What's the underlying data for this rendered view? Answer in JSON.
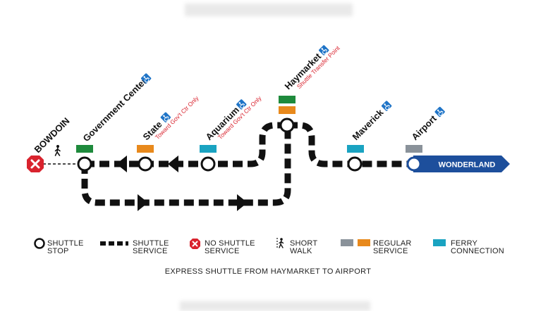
{
  "closed_station": {
    "label": "BOWDOIN"
  },
  "stations": [
    {
      "id": "government-center",
      "label": "Government Center",
      "note": ""
    },
    {
      "id": "state",
      "label": "State",
      "note": "Toward Gov't Ctr Only"
    },
    {
      "id": "aquarium",
      "label": "Aquarium",
      "note": "Toward Gov't Ctr Only"
    },
    {
      "id": "haymarket",
      "label": "Haymarket",
      "note": "Shuttle Transfer Point"
    },
    {
      "id": "maverick",
      "label": "Maverick",
      "note": ""
    },
    {
      "id": "airport",
      "label": "Airport",
      "note": ""
    }
  ],
  "terminus": {
    "label": "WONDERLAND"
  },
  "colors": {
    "green_line": "#1e8a3c",
    "orange_line": "#e8891c",
    "ferry": "#1aa3c1",
    "silver_line": "#8a929a",
    "blue_line": "#1d4f9c",
    "closed_red": "#d9232e",
    "note_red": "#d9232e",
    "accessible_blue": "#1f74c7"
  },
  "legend": {
    "shuttle_stop": "SHUTTLE\nSTOP",
    "shuttle_service": "SHUTTLE\nSERVICE",
    "no_shuttle_service": "NO SHUTTLE\nSERVICE",
    "short_walk": "SHORT\nWALK",
    "regular_service": "REGULAR\nSERVICE",
    "ferry_connection": "FERRY\nCONNECTION"
  },
  "footer": "EXPRESS SHUTTLE FROM HAYMARKET TO AIRPORT",
  "icons": [
    "accessible-icon",
    "walking-person-icon",
    "no-service-x-icon",
    "direction-arrow-icon"
  ]
}
